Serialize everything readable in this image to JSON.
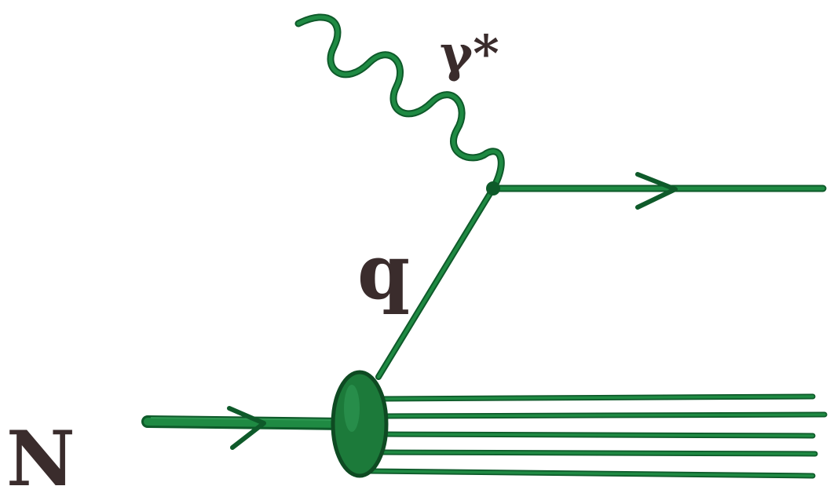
{
  "diagram": {
    "labels": {
      "photon": "γ*",
      "quark": "q",
      "nucleon": "N"
    },
    "colors": {
      "line": "#1f8a43",
      "line_dark": "#0e5a2a",
      "blob": "#1c7a3a",
      "label": "#3a2c2c"
    }
  }
}
